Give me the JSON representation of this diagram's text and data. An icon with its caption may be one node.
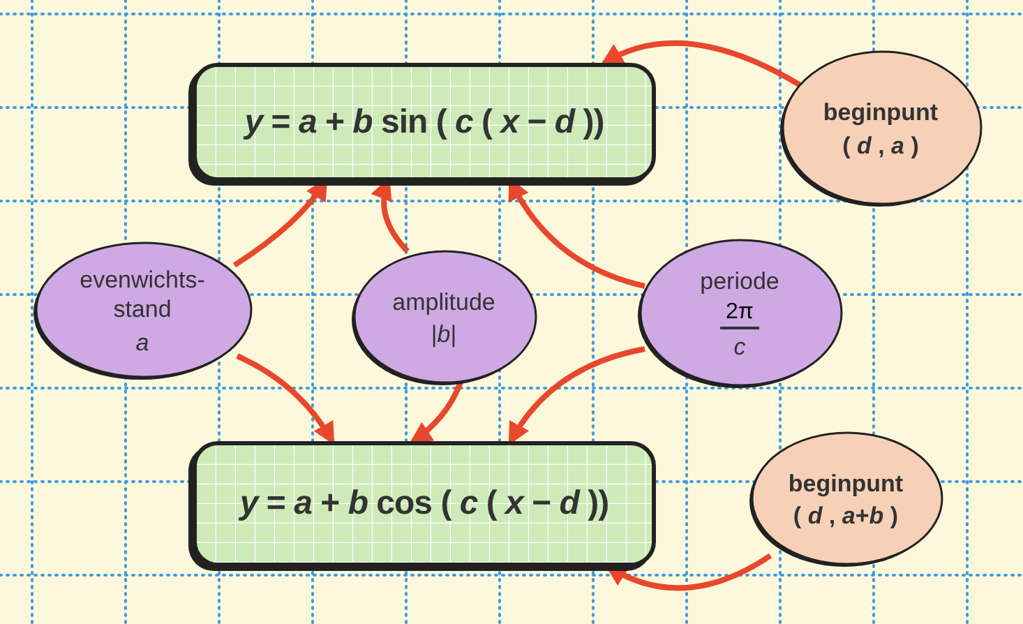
{
  "diagram": {
    "nodes": [
      {
        "text": [
          "*y* = *a* + *b* sin ( *c* ( *x* − *d* ))"
        ]
      },
      {
        "text": [
          "*y* = *a* + *b* cos ( *c* ( *x* − *d* ))"
        ]
      },
      {
        "text": [
          "beginpunt",
          "( *d* , *a* )"
        ]
      },
      {
        "text": [
          "evenwichts- stand",
          "a"
        ]
      },
      {
        "text": [
          "amplitude",
          "|*b*|"
        ]
      },
      {
        "text": [
          "periode",
          "2π",
          "c"
        ]
      },
      {
        "text": [
          "beginpunt",
          "( *d* , *a*+*b* )"
        ]
      }
    ],
    "edges": [
      {
        "from": 2,
        "to": 0,
        "arrow": "to"
      },
      {
        "from": 3,
        "to": 0,
        "arrow": "to"
      },
      {
        "from": 3,
        "to": 1,
        "arrow": "to"
      },
      {
        "from": 4,
        "to": 0,
        "arrow": "to"
      },
      {
        "from": 4,
        "to": 1,
        "arrow": "to"
      },
      {
        "from": 5,
        "to": 0,
        "arrow": "to"
      },
      {
        "from": 5,
        "to": 1,
        "arrow": "to"
      },
      {
        "from": 6,
        "to": 1,
        "arrow": "to"
      }
    ]
  }
}
